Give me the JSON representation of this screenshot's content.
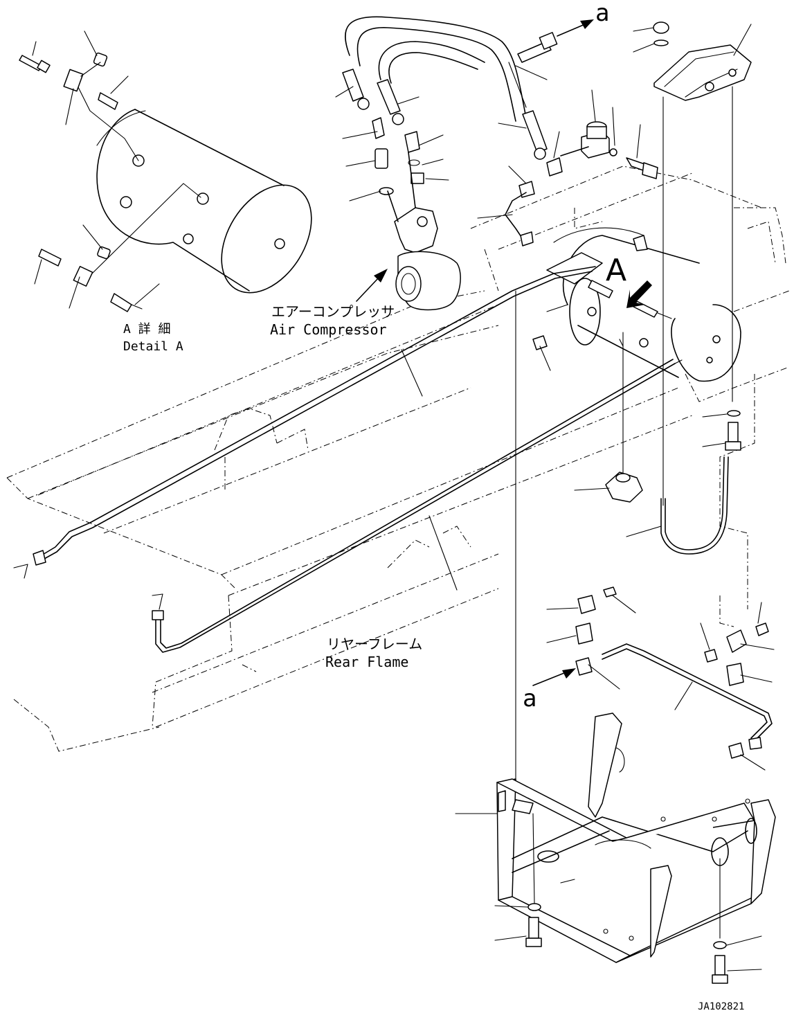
{
  "labels": {
    "detail_a_jp": "A 詳 細",
    "detail_a_en": "Detail A",
    "air_compressor_jp": "エアーコンプレッサ",
    "air_compressor_en": "Air Compressor",
    "rear_frame_jp": "リヤーフレーム",
    "rear_frame_en": "Rear Flame",
    "view_a": "A",
    "ref_a_top": "a",
    "ref_a_bottom": "a",
    "drawing_number": "JA102821"
  },
  "icons": {
    "view_arrow": "arrow-icon",
    "reference_arrow": "arrow-icon"
  },
  "colors": {
    "ink": "#000000",
    "paper": "#ffffff"
  }
}
